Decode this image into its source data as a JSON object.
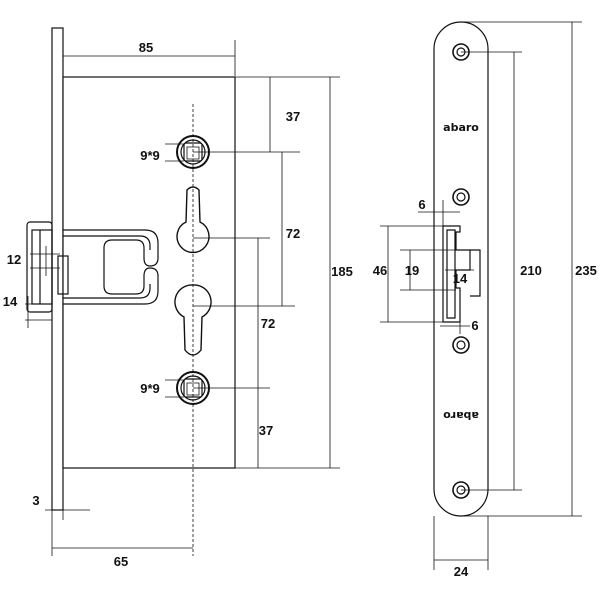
{
  "lock_body": {
    "width_top": "85",
    "height_total": "185",
    "upper_spacing": "37",
    "spindle_to_cylinder": "72",
    "cylinder_to_lower": "72",
    "lower_spacing": "37",
    "spindle_square_top": "9*9",
    "spindle_square_bottom": "9*9",
    "latch_height": "12",
    "bolt_height": "14",
    "faceplate_thickness": "3",
    "backset": "65"
  },
  "strike_plate": {
    "brand_logo": "abaro",
    "brand_logo_inverted": "abaro",
    "hole_spacing": "210",
    "total_height": "235",
    "width": "24",
    "opening_height": "46",
    "latch_opening": "19",
    "tongue_width": "14",
    "lip_top": "6",
    "lip_bottom": "6"
  }
}
